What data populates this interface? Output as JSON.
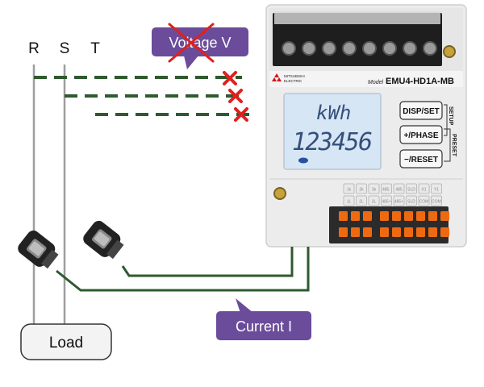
{
  "phases": [
    "R",
    "S",
    "T"
  ],
  "voltage_label": "Voltage V",
  "current_label": "Current I",
  "load_label": "Load",
  "meter": {
    "brand_line1": "MITSUBISHI",
    "brand_line2": "ELECTRIC",
    "model_prefix": "Model",
    "model_name": "EMU4-HD1A-MB",
    "lcd_unit": "kWh",
    "lcd_value": "123456",
    "buttons": [
      "DISP/SET",
      "+/PHASE",
      "−/RESET"
    ],
    "side_labels": [
      "SETUP",
      "PRESET"
    ],
    "led_row1": [
      "1k",
      "2k",
      "3k",
      "485-",
      "485",
      "SLD",
      "X1",
      "Y1"
    ],
    "led_row2": [
      "1L",
      "2L",
      "3L",
      "485+",
      "485+",
      "SLD",
      "COM",
      "COM"
    ]
  },
  "colors": {
    "wire_green": "#2f5a2f",
    "callout_purple": "#6b4c9a",
    "cross_red": "#e0201c",
    "lcd_bg": "#d6e6f5",
    "lcd_text": "#35507a"
  }
}
